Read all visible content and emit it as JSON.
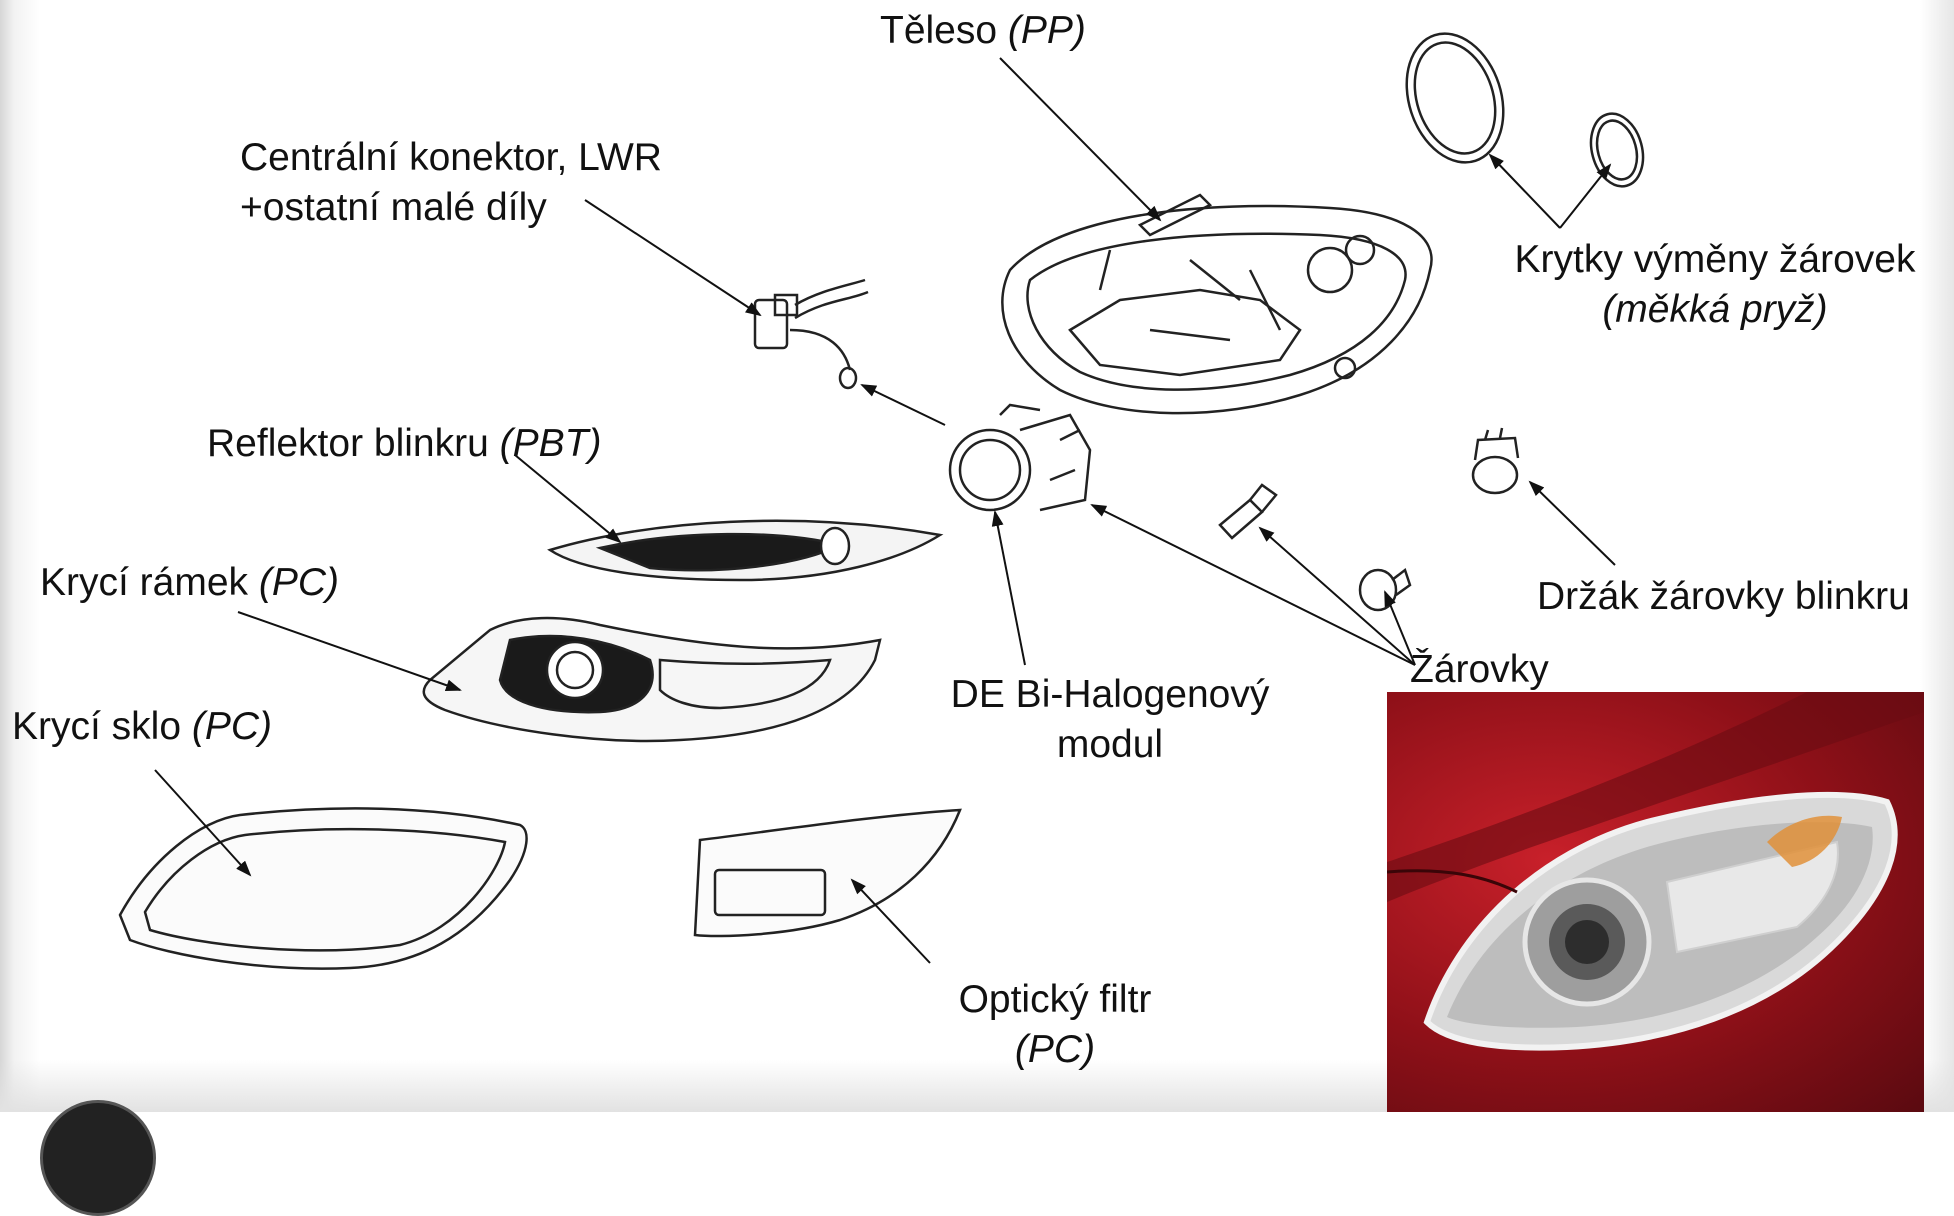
{
  "labels": {
    "teleso": {
      "text": "Těleso",
      "material": "(PP)"
    },
    "konektor": {
      "line1": "Centrální konektor, LWR",
      "line2": "+ostatní malé díly"
    },
    "reflektor": {
      "text": "Reflektor blinkru",
      "material": "(PBT)"
    },
    "ramek": {
      "text": "Krycí rámek",
      "material": "(PC)"
    },
    "sklo": {
      "text": "Krycí sklo",
      "material": "(PC)"
    },
    "krytky": {
      "line1": "Krytky výměny žárovek",
      "line2": "(měkká pryž)"
    },
    "drzak": {
      "text": "Držák žárovky blinkru"
    },
    "zarovky": {
      "text": "Žárovky"
    },
    "modul": {
      "line1": "DE Bi-Halogenový",
      "line2": "modul"
    },
    "filtr": {
      "line1": "Optický filtr",
      "line2": "(PC)"
    }
  },
  "colors": {
    "car_red": "#b01822",
    "line": "#111111"
  }
}
